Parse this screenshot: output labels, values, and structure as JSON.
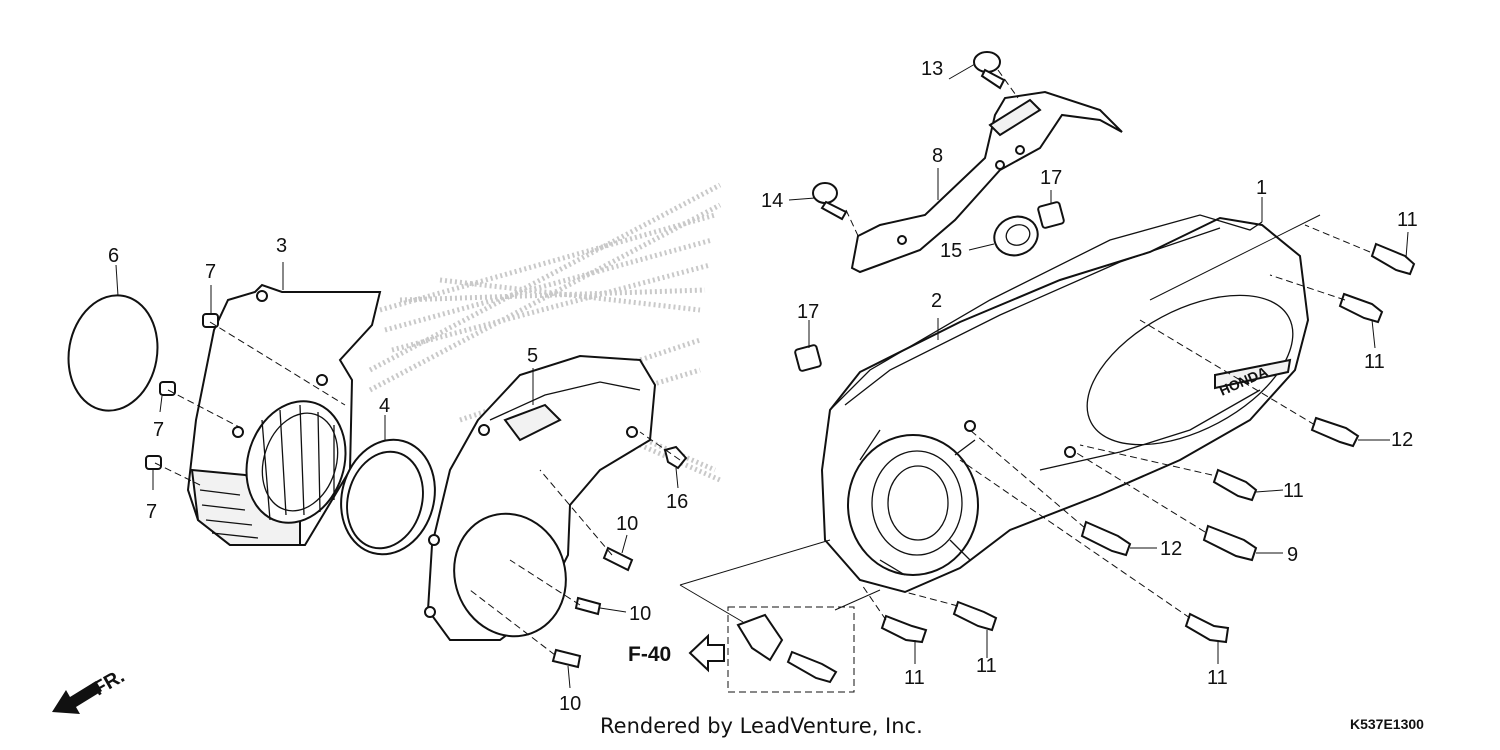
{
  "diagram": {
    "callouts": {
      "c1": "1",
      "c2": "2",
      "c3": "3",
      "c4": "4",
      "c5": "5",
      "c6": "6",
      "c7": "7",
      "c8": "8",
      "c9": "9",
      "c10": "10",
      "c11": "11",
      "c12": "12",
      "c13": "13",
      "c14": "14",
      "c15": "15",
      "c16": "16",
      "c17": "17"
    },
    "cover_logo": "HONDA",
    "reference": "F-40",
    "direction": "FR.",
    "credit": "Rendered by LeadVenture, Inc.",
    "diagram_code": "K537E1300"
  }
}
